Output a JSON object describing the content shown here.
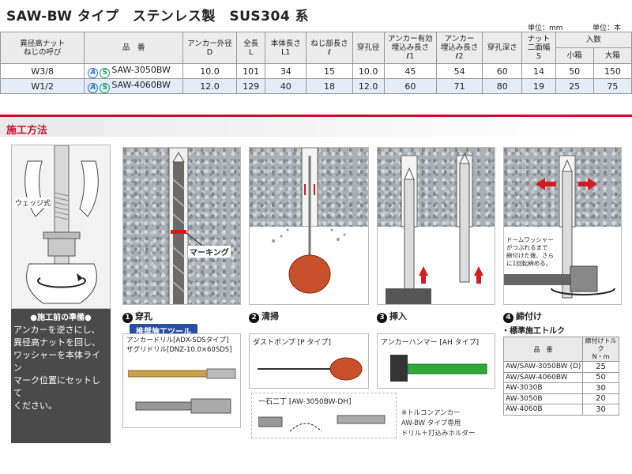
{
  "title": "SAW-BW タイプ　ステンレス製　SUS304 系",
  "units": {
    "left": "単位：mm",
    "right": "単位：本"
  },
  "table": {
    "headers": {
      "nut": "異径高ナット\nねじの呼び",
      "part": "品　番",
      "diameter": "アンカー外径\nD",
      "length": "全長\nL",
      "body": "本体長さ\nL1",
      "thread": "ねじ部長さ\nℓ",
      "drill": "穿孔径",
      "eff_embed": "アンカー有効\n埋込み長さ\nℓ1",
      "embed": "アンカー\n埋込み長さ\nℓ2",
      "depth": "穿孔深さ",
      "nut_width": "ナット\n二面幅\nS",
      "qty": "入数",
      "small_box": "小箱",
      "large_box": "大箱"
    },
    "rows": [
      {
        "nut": "W3/8",
        "part": "SAW-3050BW",
        "diameter": "10.0",
        "length": "101",
        "body": "34",
        "thread": "15",
        "drill": "10.0",
        "eff_embed": "45",
        "embed": "54",
        "depth": "60",
        "nut_width": "14",
        "small_box": "50",
        "large_box": "150"
      },
      {
        "nut": "W1/2",
        "part": "SAW-4060BW",
        "diameter": "12.0",
        "length": "129",
        "body": "40",
        "thread": "18",
        "drill": "12.0",
        "eff_embed": "60",
        "embed": "71",
        "depth": "80",
        "nut_width": "19",
        "small_box": "25",
        "large_box": "75"
      }
    ],
    "logo_a": "A",
    "logo_s": "S"
  },
  "section_title": "施工方法",
  "prep": {
    "wedge": "ウェッジ式",
    "heading": "●施工前の準備●",
    "body": "アンカーを逆さにし、\n異径高ナットを回し、\nワッシャーを本体ライン\nマーク位置にセットして\nください。"
  },
  "steps": [
    {
      "num": "1",
      "label": "穿孔"
    },
    {
      "num": "2",
      "label": "清掃"
    },
    {
      "num": "3",
      "label": "挿入"
    },
    {
      "num": "4",
      "label": "締付け"
    }
  ],
  "marking": "マーキング",
  "dome_washer": "ドームワッシャー\nがつぶれるまで\n締付けた後、さら\nに1回転締める。",
  "tools": {
    "recommended": "推奨施工ツール",
    "drill": "アンカードリル[ADX-SDSタイプ]\nザグリドリル[DNZ-10.0×60SDS]",
    "pump": "ダストポンプ [P タイプ]",
    "hammer": "アンカーハンマー [AH タイプ]",
    "combo": "一石二丁 [AW-3050BW-DH]",
    "note": "※トルコンアンカー\nAW-BW タイプ専用\nドリル＋打込みホルダー"
  },
  "torque": {
    "heading": "・標準施工トルク",
    "col_part": "品　番",
    "col_torque": "締付けトルク\nN・m",
    "rows": [
      {
        "part": "AW/SAW-3050BW (D)",
        "value": "25"
      },
      {
        "part": "AW/SAW-4060BW",
        "value": "50"
      },
      {
        "part": "AW-3030B",
        "value": "30"
      },
      {
        "part": "AW-3050B",
        "value": "20"
      },
      {
        "part": "AW-4060B",
        "value": "30"
      }
    ]
  }
}
